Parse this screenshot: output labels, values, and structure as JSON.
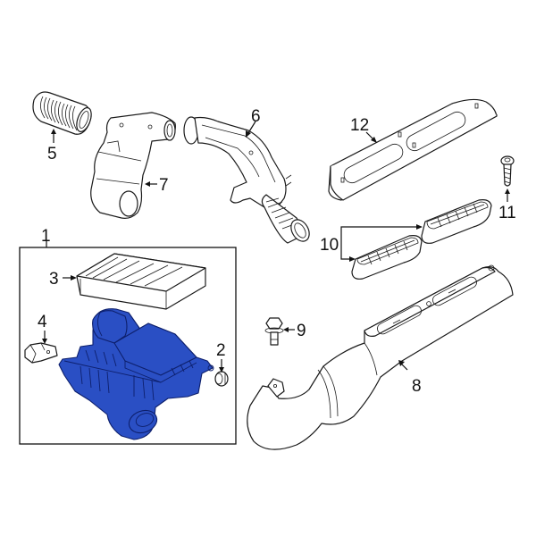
{
  "diagram": {
    "type": "exploded-parts-diagram",
    "subject": "Air cleaner assembly and intake ducts",
    "highlight_color": "#2a4fc4",
    "callouts": [
      {
        "id": "1",
        "label": "1",
        "part": "air-cleaner-assembly-group"
      },
      {
        "id": "2",
        "label": "2",
        "part": "grommet"
      },
      {
        "id": "3",
        "label": "3",
        "part": "air-filter-element"
      },
      {
        "id": "4",
        "label": "4",
        "part": "mass-airflow-sensor"
      },
      {
        "id": "5",
        "label": "5",
        "part": "intake-hose"
      },
      {
        "id": "6",
        "label": "6",
        "part": "air-inlet-duct"
      },
      {
        "id": "7",
        "label": "7",
        "part": "resonator"
      },
      {
        "id": "8",
        "label": "8",
        "part": "air-intake-tube"
      },
      {
        "id": "9",
        "label": "9",
        "part": "bolt"
      },
      {
        "id": "10",
        "label": "10",
        "part": "intake-screens"
      },
      {
        "id": "11",
        "label": "11",
        "part": "screw"
      },
      {
        "id": "12",
        "label": "12",
        "part": "intake-cover"
      }
    ],
    "highlighted_part": "air-cleaner-housing"
  }
}
